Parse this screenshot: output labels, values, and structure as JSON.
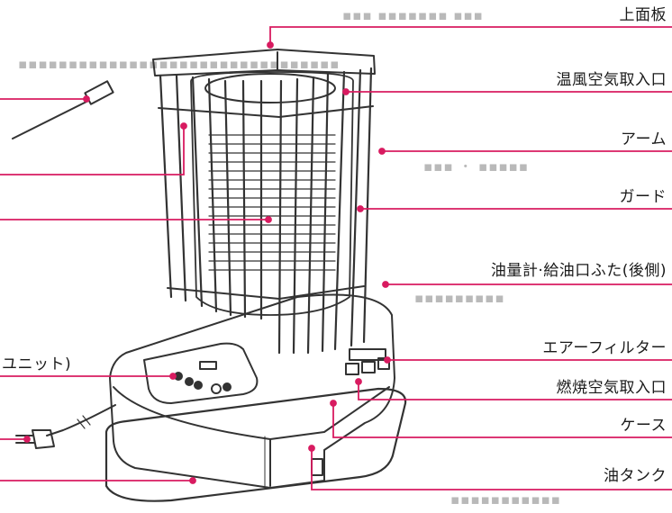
{
  "labels": {
    "top_panel": "上面板",
    "warm_air_intake": "温風空気取入口",
    "arm": "アーム",
    "guard": "ガード",
    "fuel_gauge": "油量計·給油口ふた(後側)",
    "air_filter": "エアーフィルター",
    "combustion_air_intake": "燃焼空気取入口",
    "case": "ケース",
    "oil_tank": "油タンク",
    "left_partial_unit": "ユニット)"
  },
  "colors": {
    "leader_line": "#d81b60",
    "drawing_stroke": "#333333",
    "label_text": "#1a1a1a"
  },
  "icons": {
    "brush": "cleaning-brush-icon",
    "plug": "power-plug-icon"
  }
}
